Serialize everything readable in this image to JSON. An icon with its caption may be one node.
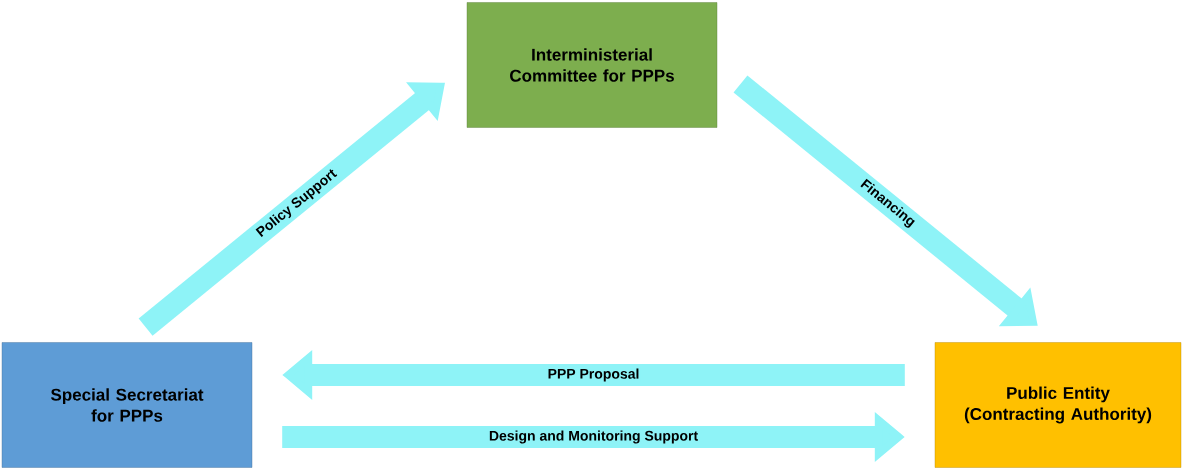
{
  "diagram": {
    "nodes": [
      {
        "text": [
          "Interministerial Committee for PPPs"
        ]
      },
      {
        "text": [
          "Special Secretariat for PPPs"
        ]
      },
      {
        "text": [
          "Public Entity (Contracting Authority)"
        ]
      }
    ],
    "edges": [
      {
        "from": 1,
        "to": 0,
        "arrow": "to",
        "label": "Policy Support"
      },
      {
        "from": 0,
        "to": 2,
        "arrow": "to",
        "label": "Financing"
      },
      {
        "from": 2,
        "to": 1,
        "arrow": "to",
        "label": "PPP Proposal"
      },
      {
        "from": 1,
        "to": 2,
        "arrow": "to",
        "label": "Design and Monitoring Support"
      }
    ]
  }
}
